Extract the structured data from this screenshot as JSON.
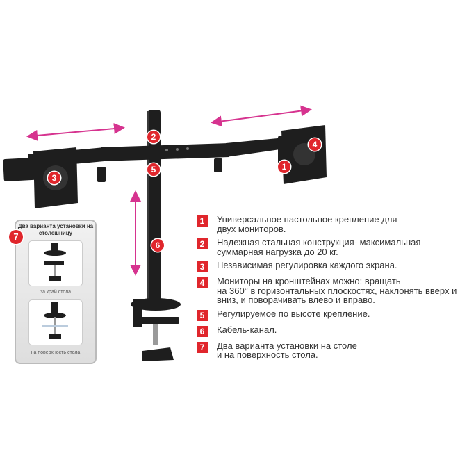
{
  "callouts": [
    "1",
    "2",
    "3",
    "4",
    "5",
    "6",
    "7"
  ],
  "inset": {
    "title": "Два варианта установки на столешницу",
    "caption_edge": "за край стола",
    "caption_surface": "на поверхность стола"
  },
  "features": [
    {
      "num": "1",
      "text": "Универсальное настольное крепление для\nдвух мониторов."
    },
    {
      "num": "2",
      "text": "Надежная стальная конструкция- максимальная\nсуммарная нагрузка до 20 кг."
    },
    {
      "num": "3",
      "text": "Независимая регулировка каждого экрана."
    },
    {
      "num": "4",
      "text": "Мониторы на кронштейнах можно: вращать\nна 360° в горизонтальных плоскостях, наклонять вверх и\nвниз, и поворачивать влево и вправо."
    },
    {
      "num": "5",
      "text": "Регулируемое по высоте крепление."
    },
    {
      "num": "6",
      "text": "Кабель-канал."
    },
    {
      "num": "7",
      "text": "Два варианта установки на столе\nи на поверхность стола."
    }
  ],
  "colors": {
    "accent": "#e0262c",
    "arrow": "#d6338f",
    "metal": "#1e1e1e"
  }
}
